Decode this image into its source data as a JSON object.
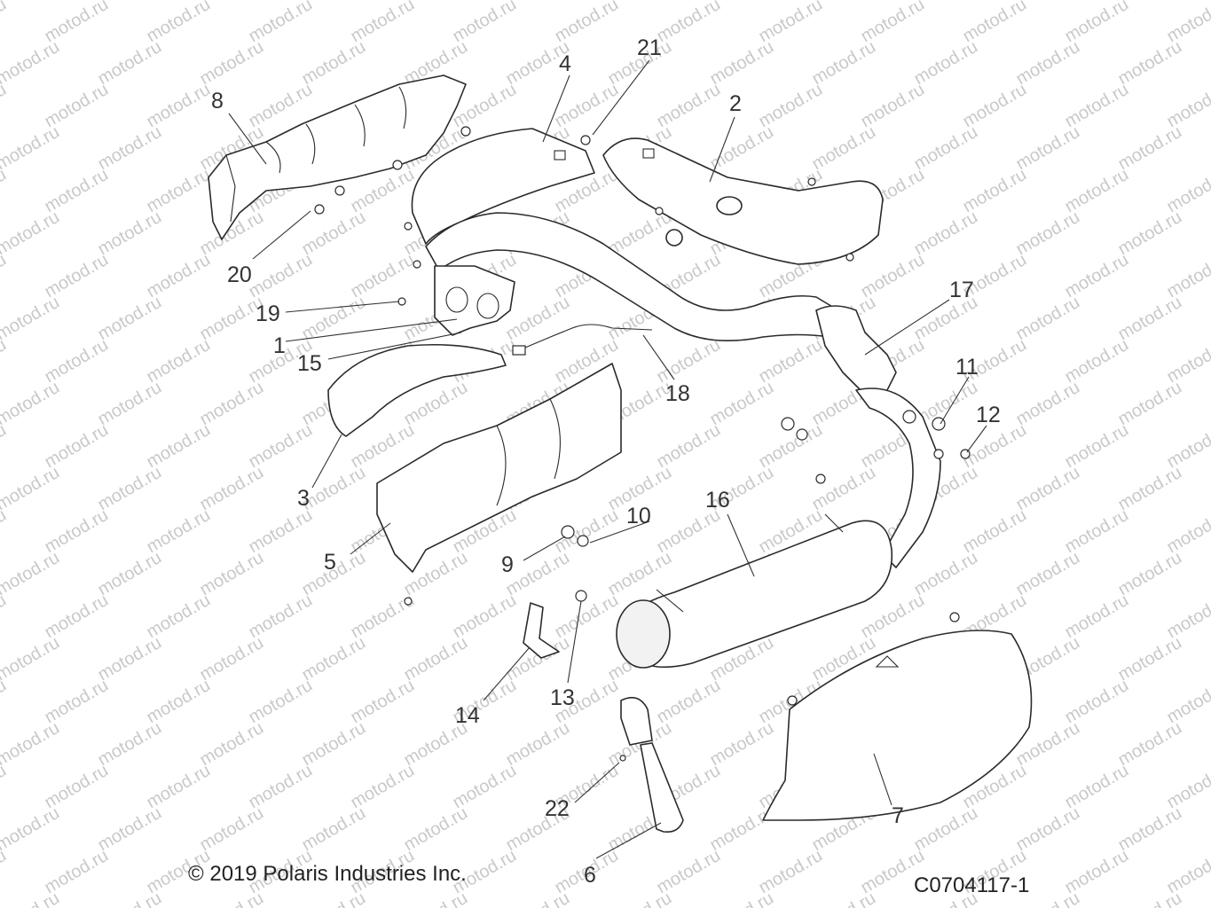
{
  "watermark": {
    "text": "motod.ru",
    "color": "#c9c9c9"
  },
  "callouts": [
    "1",
    "2",
    "3",
    "4",
    "5",
    "6",
    "7",
    "8",
    "9",
    "10",
    "11",
    "12",
    "13",
    "14",
    "15",
    "16",
    "17",
    "18",
    "19",
    "20",
    "21",
    "22"
  ],
  "footer": {
    "copyright": "© 2019 Polaris Industries Inc.",
    "doc_id": "C0704117-1"
  },
  "colors": {
    "line": "#2a2a2a",
    "label": "#333333",
    "background": "#ffffff"
  }
}
